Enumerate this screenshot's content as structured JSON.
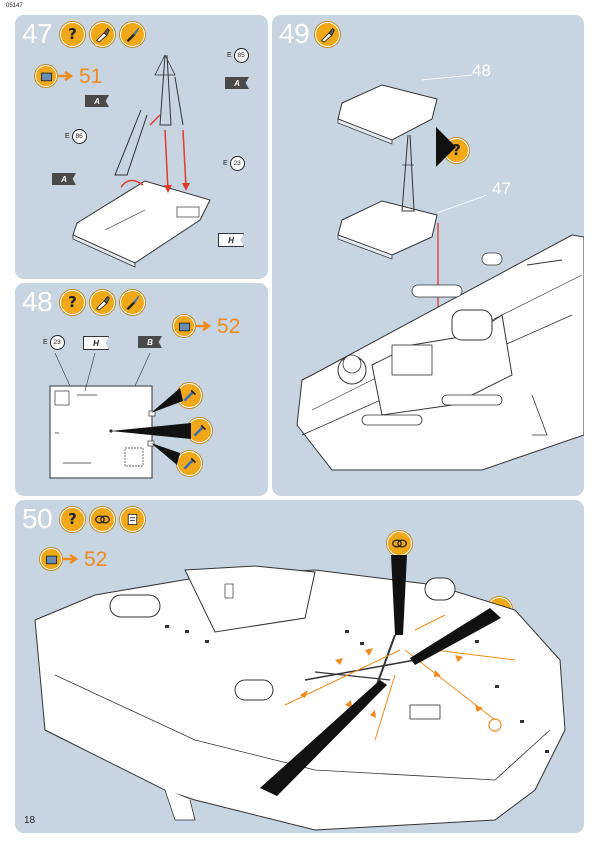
{
  "document_code": "05147",
  "page_number": "18",
  "steps": {
    "s47": {
      "number": "47",
      "ref_target": "51",
      "parts": {
        "mast_right": "85",
        "mast_left": "86",
        "deck": "23"
      },
      "part_prefix": "E",
      "flags": [
        "A",
        "A",
        "A",
        "H"
      ]
    },
    "s48": {
      "number": "48",
      "ref_target": "52",
      "parts": {
        "deck": "23"
      },
      "part_prefix": "E",
      "flags": [
        "H",
        "B"
      ]
    },
    "s49": {
      "number": "49",
      "callouts": [
        "48",
        "47"
      ]
    },
    "s50": {
      "number": "50",
      "ref_target": "52"
    }
  },
  "icons": [
    "question-icon",
    "glue-icon",
    "paint-brush-icon",
    "rope-icon",
    "decal-icon",
    "paint-tool-icon"
  ],
  "colors": {
    "panel": "#c7d5e3",
    "badge": "#f0a818",
    "accent_arrow": "#f08a1c",
    "red_guide": "#e03b2b"
  }
}
